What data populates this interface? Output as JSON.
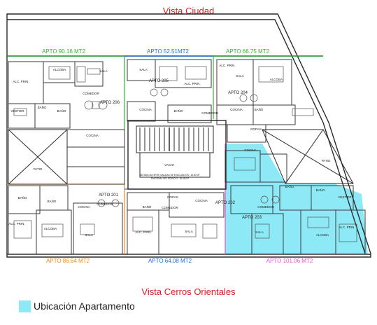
{
  "header": {
    "title": "Vista Ciudad"
  },
  "footer": {
    "title": "Vista Cerros Orientales"
  },
  "legend": {
    "label": "Ubicación Apartamento",
    "color": "#8de9f5"
  },
  "colors": {
    "green": "#2fb32a",
    "blue": "#1f6fe0",
    "orange": "#f08a1e",
    "magenta": "#e05ad0",
    "red": "#e0201c",
    "highlight": "#8de9f5",
    "wall": "#2a2a2a"
  },
  "areas": {
    "apto206": "APTO  90.16 MT2",
    "apto205": "APTO  52.51MT2",
    "apto204": "APTO  66.75 MT2",
    "apto201": "APTO  86.64 MT2",
    "apto202": "APTO  64.08 MT2",
    "apto203": "APTO  101.06  MT2"
  },
  "units": {
    "u206": "APTO 206",
    "u205": "APTO 205",
    "u204": "APTO 204",
    "u201": "APTO 201",
    "u202": "APTO 202",
    "u203": "APTO 203"
  },
  "rooms": {
    "alcoba": "ALCOBA",
    "sala": "SALA",
    "comedor": "COMEDOR",
    "cocina": "COCINA",
    "bano": "BAÑO",
    "vestier": "VESTIER",
    "alc_prin": "ALC. PRIN.",
    "patio": "PATIO",
    "ropas": "ROPAS",
    "vacio": "VACIO"
  },
  "notes": {
    "evac1": "DISTANCIA ENTRE SALIDAS DE EVACUACION : 15.30 MT",
    "evac2": "DIAGONAL DEL EDIFICIO : 30.95 MT"
  }
}
